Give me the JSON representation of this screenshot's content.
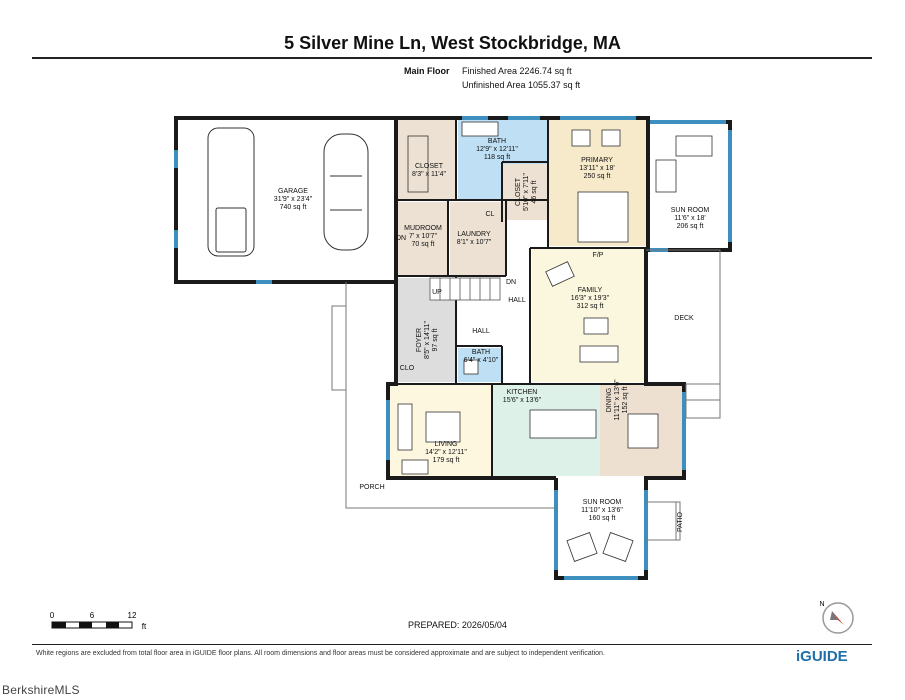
{
  "header": {
    "title": "5 Silver Mine Ln, West Stockbridge, MA",
    "floor_label": "Main Floor",
    "finished_area": "Finished Area 2246.74 sq ft",
    "unfinished_area": "Unfinished Area 1055.37 sq ft"
  },
  "rooms": {
    "garage": {
      "name": "GARAGE",
      "dims": "31'9\" x 23'4\"",
      "area": "740 sq ft"
    },
    "closet": {
      "name": "CLOSET",
      "dims": "8'3\" x 11'4\""
    },
    "bath_main": {
      "name": "BATH",
      "dims": "12'9\" x 12'11\"",
      "area": "118 sq ft"
    },
    "primary": {
      "name": "PRIMARY",
      "dims": "13'11\" x 18'",
      "area": "250 sq ft"
    },
    "sunroom_top": {
      "name": "SUN ROOM",
      "dims": "11'6\" x 18'",
      "area": "206 sq ft"
    },
    "closet2": {
      "name": "CLOSET",
      "dims": "5'10\" x 7'11\"",
      "area": "46 sq ft"
    },
    "cl": {
      "name": "CL"
    },
    "mudroom": {
      "name": "MUDROOM",
      "dims": "7' x 10'7\"",
      "area": "70 sq ft"
    },
    "laundry": {
      "name": "LAUNDRY",
      "dims": "8'1\" x 10'7\""
    },
    "dn": {
      "name": "DN"
    },
    "fp": {
      "name": "F/P"
    },
    "up": {
      "name": "UP"
    },
    "dn2": {
      "name": "DN"
    },
    "hall_top": {
      "name": "HALL"
    },
    "family": {
      "name": "FAMILY",
      "dims": "16'3\" x 19'3\"",
      "area": "312 sq ft"
    },
    "deck": {
      "name": "DECK"
    },
    "foyer": {
      "name": "FOYER",
      "dims": "8'5\" x 14'11\"",
      "area": "97 sq ft"
    },
    "hall": {
      "name": "HALL"
    },
    "bath_small": {
      "name": "BATH",
      "dims": "6'4\" x 4'10\""
    },
    "clo": {
      "name": "CLO"
    },
    "kitchen": {
      "name": "KITCHEN",
      "dims": "15'6\" x 13'6\""
    },
    "dining": {
      "name": "DINING",
      "dims": "11'11\" x 13'6\"",
      "area": "152 sq ft"
    },
    "living": {
      "name": "LIVING",
      "dims": "14'2\" x 12'11\"",
      "area": "179 sq ft"
    },
    "porch": {
      "name": "PORCH"
    },
    "sunroom_bottom": {
      "name": "SUN ROOM",
      "dims": "11'10\" x 13'6\"",
      "area": "160 sq ft"
    },
    "patio": {
      "name": "PATIO"
    }
  },
  "scale": {
    "t0": "0",
    "t6": "6",
    "t12": "12",
    "unit": "ft"
  },
  "compass": {
    "north": "N"
  },
  "footer": {
    "prepared": "PREPARED: 2026/05/04",
    "disclaimer": "White regions are excluded from total floor area in iGUIDE floor plans. All room dimensions and floor areas must be considered approximate and are subject to independent verification.",
    "logo_left": "BerkshireMLS",
    "logo_right": "iGUIDE"
  },
  "colors": {
    "wall": "#1a1a1a",
    "window": "#3d8fc0",
    "closet_fill": "#ece1d3",
    "bath_fill": "#bfe0f4",
    "primary_fill": "#f7eacb",
    "family_fill": "#fbf6de",
    "foyer_fill": "#dddddd",
    "kitchen_fill": "#ddf1e9",
    "dining_fill": "#eee0d0",
    "living_fill": "#fdf7e0",
    "sunroom_fill": "#ffffff"
  }
}
